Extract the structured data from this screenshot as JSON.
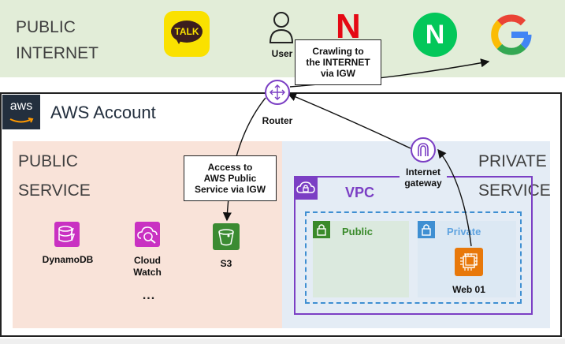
{
  "public_internet": {
    "label_line1": "PUBLIC",
    "label_line2": "INTERNET",
    "talk_badge": "TALK",
    "user_label": "User",
    "netflix_letter": "N",
    "naver_letter": "N",
    "google_letter": "G"
  },
  "crawl_callout": {
    "line1": "Crawling to",
    "line2": "the INTERNET",
    "line3": "via IGW"
  },
  "router": {
    "label": "Router"
  },
  "aws_account": {
    "logo_text": "aws",
    "title": "AWS Account"
  },
  "public_service": {
    "label_line1": "PUBLIC",
    "label_line2": "SERVICE",
    "dynamodb_label": "DynamoDB",
    "cloudwatch_line1": "Cloud",
    "cloudwatch_line2": "Watch",
    "more": "...",
    "s3_label": "S3"
  },
  "access_callout": {
    "line1": "Access to",
    "line2": "AWS Public",
    "line3": "Service via IGW"
  },
  "private_service": {
    "label_line1": "PRIVATE",
    "label_line2": "SERVICE"
  },
  "internet_gateway": {
    "line1": "Internet",
    "line2": "gateway"
  },
  "vpc": {
    "label": "VPC",
    "public_subnet": "Public",
    "private_subnet": "Private",
    "web_label": "Web 01"
  },
  "colors": {
    "vpc_purple": "#7b3fc4",
    "public_green": "#3a8a2b",
    "private_blue": "#3f8fd2",
    "ec2_orange": "#e8780a",
    "s3_green": "#3b8b32",
    "dynamo_magenta": "#c931c2"
  }
}
